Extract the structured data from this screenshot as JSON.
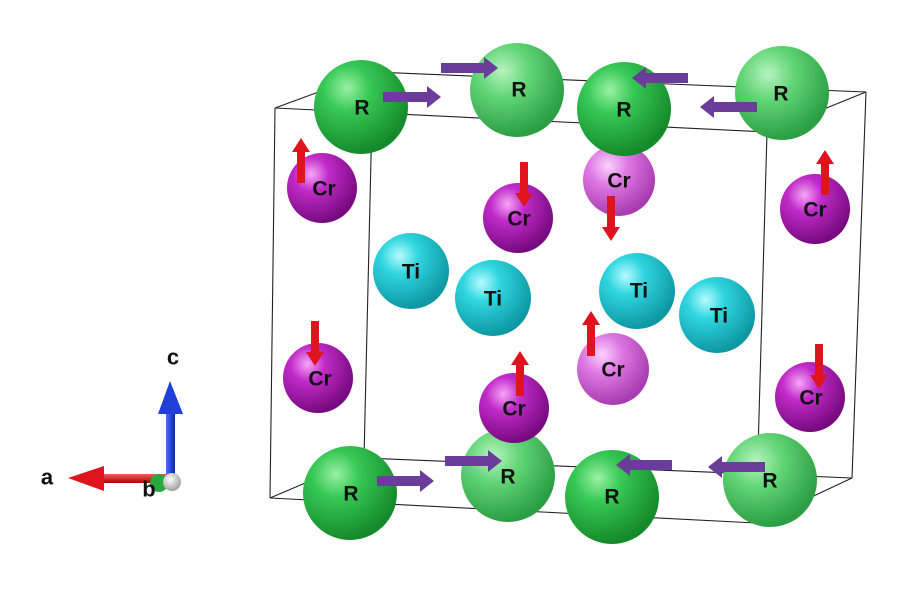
{
  "atom_labels": {
    "rare_earth": "R",
    "chromium": "Cr",
    "titanium": "Ti"
  },
  "axis_labels": {
    "a": "a",
    "b": "b",
    "c": "c"
  },
  "colors": {
    "rare_earth": "#2fc14a",
    "rare_earth_back": "#5dd26e",
    "chromium": "#b01eb8",
    "chromium_back": "#d463d9",
    "titanium": "#2cd3dc",
    "moment_R": "#6a3d9a",
    "moment_Cr": "#e0141e",
    "axis_a": "#e0141e",
    "axis_b": "#2aa83c",
    "axis_c": "#1f3fd6",
    "cell_edge": "#222222"
  },
  "atoms": [
    {
      "element": "R",
      "depth": "back",
      "moment": "+a"
    },
    {
      "element": "R",
      "depth": "front",
      "moment": "+a"
    },
    {
      "element": "R",
      "depth": "front",
      "moment": "-a"
    },
    {
      "element": "R",
      "depth": "back",
      "moment": "-a"
    },
    {
      "element": "R",
      "depth": "front",
      "moment": "+a"
    },
    {
      "element": "R",
      "depth": "back",
      "moment": "+a"
    },
    {
      "element": "R",
      "depth": "front",
      "moment": "-a"
    },
    {
      "element": "R",
      "depth": "back",
      "moment": "-a"
    },
    {
      "element": "Cr",
      "depth": "front",
      "moment": "+c"
    },
    {
      "element": "Cr",
      "depth": "front",
      "moment": "-c"
    },
    {
      "element": "Cr",
      "depth": "back",
      "moment": "-c"
    },
    {
      "element": "Cr",
      "depth": "front",
      "moment": "+c"
    },
    {
      "element": "Cr",
      "depth": "front",
      "moment": "-c"
    },
    {
      "element": "Cr",
      "depth": "front",
      "moment": "+c"
    },
    {
      "element": "Cr",
      "depth": "back",
      "moment": "+c"
    },
    {
      "element": "Cr",
      "depth": "front",
      "moment": "-c"
    },
    {
      "element": "Ti",
      "depth": "front",
      "moment": "none"
    },
    {
      "element": "Ti",
      "depth": "front",
      "moment": "none"
    },
    {
      "element": "Ti",
      "depth": "front",
      "moment": "none"
    },
    {
      "element": "Ti",
      "depth": "front",
      "moment": "none"
    }
  ]
}
